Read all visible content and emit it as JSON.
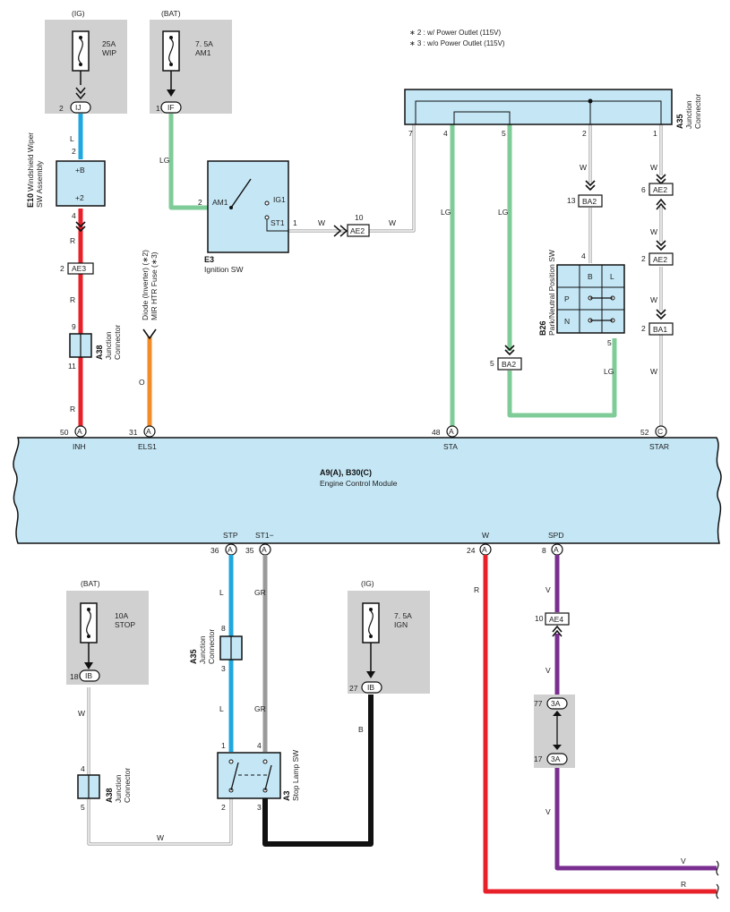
{
  "notes": [
    "∗ 2 : w/ Power Outlet (115V)",
    "∗ 3 : w/o Power Outlet (115V)"
  ],
  "fuses": {
    "wip": {
      "source": "(IG)",
      "rating": "25A",
      "name": "WIP",
      "pin": "2",
      "conn": "IJ"
    },
    "am1": {
      "source": "(BAT)",
      "rating": "7. 5A",
      "name": "AM1",
      "pin": "1",
      "conn": "IF"
    },
    "stop": {
      "source": "(BAT)",
      "rating": "10A",
      "name": "STOP",
      "pin": "18",
      "conn": "IB"
    },
    "ign": {
      "source": "(IG)",
      "rating": "7. 5A",
      "name": "IGN",
      "pin": "27",
      "conn": "IB"
    }
  },
  "components": {
    "e10": {
      "id": "E10",
      "name1": "Windshield Wiper",
      "name2": "SW Assembly",
      "t1": "+B",
      "t2": "+2",
      "pin_top": "2",
      "pin_bot": "4"
    },
    "e3": {
      "id": "E3",
      "name": "Ignition SW",
      "am1": "AM1",
      "ig1": "IG1",
      "st1": "ST1",
      "pin_am1": "2",
      "pin_st1": "1"
    },
    "a35_top": {
      "id": "A35",
      "name1": "Junction",
      "name2": "Connector",
      "pins": [
        "7",
        "4",
        "5",
        "2",
        "1"
      ]
    },
    "a38_top": {
      "id": "A38",
      "name1": "Junction",
      "name2": "Connector",
      "pin_top": "9",
      "pin_bot": "11"
    },
    "b26": {
      "id": "B26",
      "name": "Park/Neutral Position SW",
      "col_b": "B",
      "col_l": "L",
      "row_p": "P",
      "row_n": "N",
      "pin_top": "4",
      "pin_bot": "5"
    },
    "ecm": {
      "ids": "A9(A), B30(C)",
      "name": "Engine Control Module"
    },
    "a35_bot": {
      "id": "A35",
      "name1": "Junction",
      "name2": "Connector",
      "pin_top": "8",
      "pin_bot": "3"
    },
    "a38_bot": {
      "id": "A38",
      "name1": "Junction",
      "name2": "Connector",
      "pin_top": "4",
      "pin_bot": "5"
    },
    "a3": {
      "id": "A3",
      "name": "Stop Lamp SW",
      "pins": [
        "1",
        "4",
        "2",
        "3"
      ]
    },
    "diode": {
      "line1": "Diode (Inverter) (∗2)",
      "line2": "MIR HTR Fuse (∗3)"
    }
  },
  "ecm_pins": {
    "inh": {
      "num": "50",
      "conn": "A",
      "label": "INH"
    },
    "els1": {
      "num": "31",
      "conn": "A",
      "label": "ELS1"
    },
    "sta": {
      "num": "48",
      "conn": "A",
      "label": "STA"
    },
    "star": {
      "num": "52",
      "conn": "C",
      "label": "STAR"
    },
    "stp": {
      "num": "36",
      "conn": "A",
      "label": "STP"
    },
    "st1m": {
      "num": "35",
      "conn": "A",
      "label": "ST1−"
    },
    "w": {
      "num": "24",
      "conn": "A",
      "label": "W"
    },
    "spd": {
      "num": "8",
      "conn": "A",
      "label": "SPD"
    }
  },
  "connectors": {
    "ae3": {
      "name": "AE3",
      "pin": "2"
    },
    "ae2_ign": {
      "name": "AE2",
      "pin": "10"
    },
    "ba2_top": {
      "name": "BA2",
      "pin": "13"
    },
    "ba2_low": {
      "name": "BA2",
      "pin": "5"
    },
    "ae2_a": {
      "name": "AE2",
      "pin": "6"
    },
    "ae2_b": {
      "name": "AE2",
      "pin": "2"
    },
    "ba1": {
      "name": "BA1",
      "pin": "2"
    },
    "ae4": {
      "name": "AE4",
      "pin": "10"
    },
    "c3a_top": {
      "name": "3A",
      "pin": "77"
    },
    "c3a_bot": {
      "name": "3A",
      "pin": "17"
    }
  },
  "wire_labels": {
    "l": "L",
    "r": "R",
    "lg": "LG",
    "w": "W",
    "o": "O",
    "gr": "GR",
    "b": "B",
    "v": "V"
  },
  "colors": {
    "blue": "#1fa8e0",
    "red": "#e8202a",
    "green": "#7fcc99",
    "orange": "#f28c28",
    "gray": "#9a9a9a",
    "black": "#111111",
    "purple": "#7a2f90",
    "module": "#c4e6f5"
  }
}
